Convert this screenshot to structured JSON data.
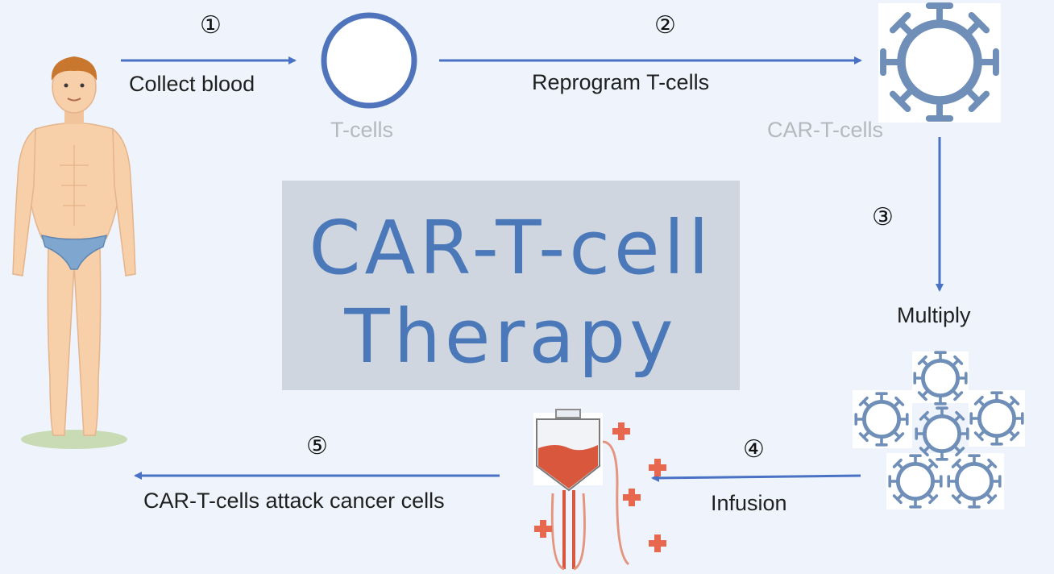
{
  "title": {
    "line1": "CAR-T-cell",
    "line2": "Therapy"
  },
  "steps": [
    {
      "number": "①",
      "label": "Collect blood"
    },
    {
      "number": "②",
      "label": "Reprogram T-cells"
    },
    {
      "number": "③",
      "label": "Multiply"
    },
    {
      "number": "④",
      "label": "Infusion"
    },
    {
      "number": "⑤",
      "label": "CAR-T-cells attack cancer cells"
    }
  ],
  "nodes": {
    "tcell": "T-cells",
    "cartcell": "CAR-T-cells"
  },
  "colors": {
    "arrow": "#4a72c4",
    "cell": "#4f74bb",
    "car_cell": "#6f8fb8",
    "title_text": "#4a78b8",
    "title_bg": "#cfd6df",
    "blood": "#d9583d"
  },
  "icons": [
    "human-figure-icon",
    "t-cell-icon",
    "car-t-cell-icon",
    "car-t-cell-cluster-icon",
    "iv-blood-bag-icon",
    "red-cross-icon"
  ]
}
